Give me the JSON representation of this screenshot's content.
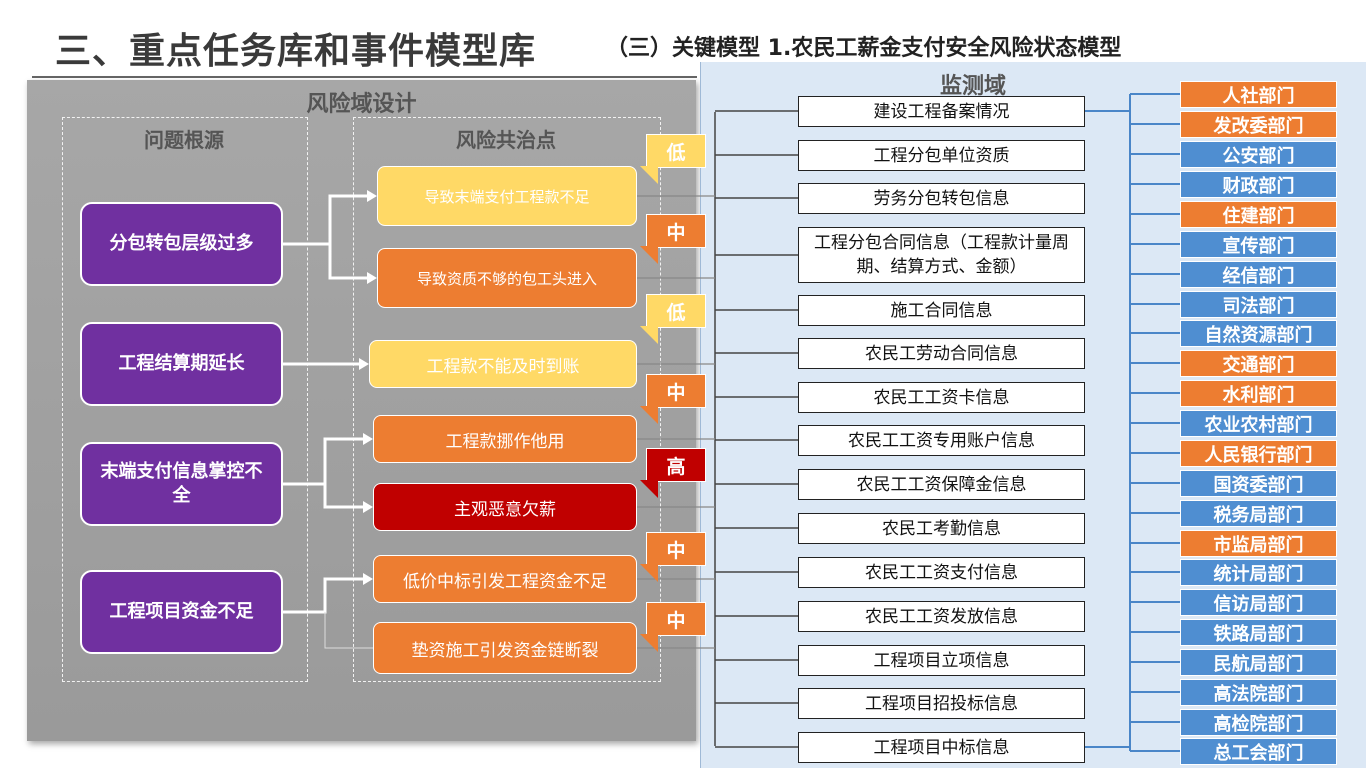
{
  "header": {
    "title": "三、重点任务库和事件模型库",
    "subtitle": "（三）关键模型 1.农民工薪金支付安全风险状态模型"
  },
  "risk_domain": {
    "title": "风险域设计",
    "col_roots": "问题根源",
    "col_points": "风险共治点",
    "roots": [
      "分包转包层级过多",
      "工程结算期延长",
      "末端支付信息掌控不全",
      "工程项目资金不足"
    ],
    "points": [
      {
        "label": "导致末端支付工程款不足",
        "level": "低",
        "color": "yellow"
      },
      {
        "label": "导致资质不够的包工头进入",
        "level": "中",
        "color": "orange"
      },
      {
        "label": "工程款不能及时到账",
        "level": "低",
        "color": "yellow"
      },
      {
        "label": "工程款挪作他用",
        "level": "中",
        "color": "orange"
      },
      {
        "label": "主观恶意欠薪",
        "level": "高",
        "color": "red"
      },
      {
        "label": "低价中标引发工程资金不足",
        "level": "中",
        "color": "orange"
      },
      {
        "label": "垫资施工引发资金链断裂",
        "level": "中",
        "color": "orange"
      }
    ]
  },
  "monitor_domain": {
    "title": "监测域",
    "items": [
      "建设工程备案情况",
      "工程分包单位资质",
      "劳务分包转包信息",
      "工程分包合同信息（工程款计量周期、结算方式、金额）",
      "施工合同信息",
      "农民工劳动合同信息",
      "农民工工资卡信息",
      "农民工工资专用账户信息",
      "农民工工资保障金信息",
      "农民工考勤信息",
      "农民工工资支付信息",
      "农民工工资发放信息",
      "工程项目立项信息",
      "工程项目招投标信息",
      "工程项目中标信息"
    ]
  },
  "departments": [
    {
      "name": "人社部门",
      "color": "orange"
    },
    {
      "name": "发改委部门",
      "color": "orange"
    },
    {
      "name": "公安部门",
      "color": "blue"
    },
    {
      "name": "财政部门",
      "color": "blue"
    },
    {
      "name": "住建部门",
      "color": "orange"
    },
    {
      "name": "宣传部门",
      "color": "blue"
    },
    {
      "name": "经信部门",
      "color": "blue"
    },
    {
      "name": "司法部门",
      "color": "blue"
    },
    {
      "name": "自然资源部门",
      "color": "blue"
    },
    {
      "name": "交通部门",
      "color": "orange"
    },
    {
      "name": "水利部门",
      "color": "orange"
    },
    {
      "name": "农业农村部门",
      "color": "blue"
    },
    {
      "name": "人民银行部门",
      "color": "orange"
    },
    {
      "name": "国资委部门",
      "color": "blue"
    },
    {
      "name": "税务局部门",
      "color": "blue"
    },
    {
      "name": "市监局部门",
      "color": "orange"
    },
    {
      "name": "统计局部门",
      "color": "blue"
    },
    {
      "name": "信访局部门",
      "color": "blue"
    },
    {
      "name": "铁路局部门",
      "color": "blue"
    },
    {
      "name": "民航局部门",
      "color": "blue"
    },
    {
      "name": "高法院部门",
      "color": "blue"
    },
    {
      "name": "高检院部门",
      "color": "blue"
    },
    {
      "name": "总工会部门",
      "color": "blue"
    }
  ],
  "colors": {
    "root": "#7030a0",
    "yellow": "#ffd966",
    "orange": "#ed7d31",
    "red": "#c00000",
    "dept_orange": "#ed7d31",
    "dept_blue": "#4f8ed1",
    "wire_blue": "#4a86c8"
  }
}
